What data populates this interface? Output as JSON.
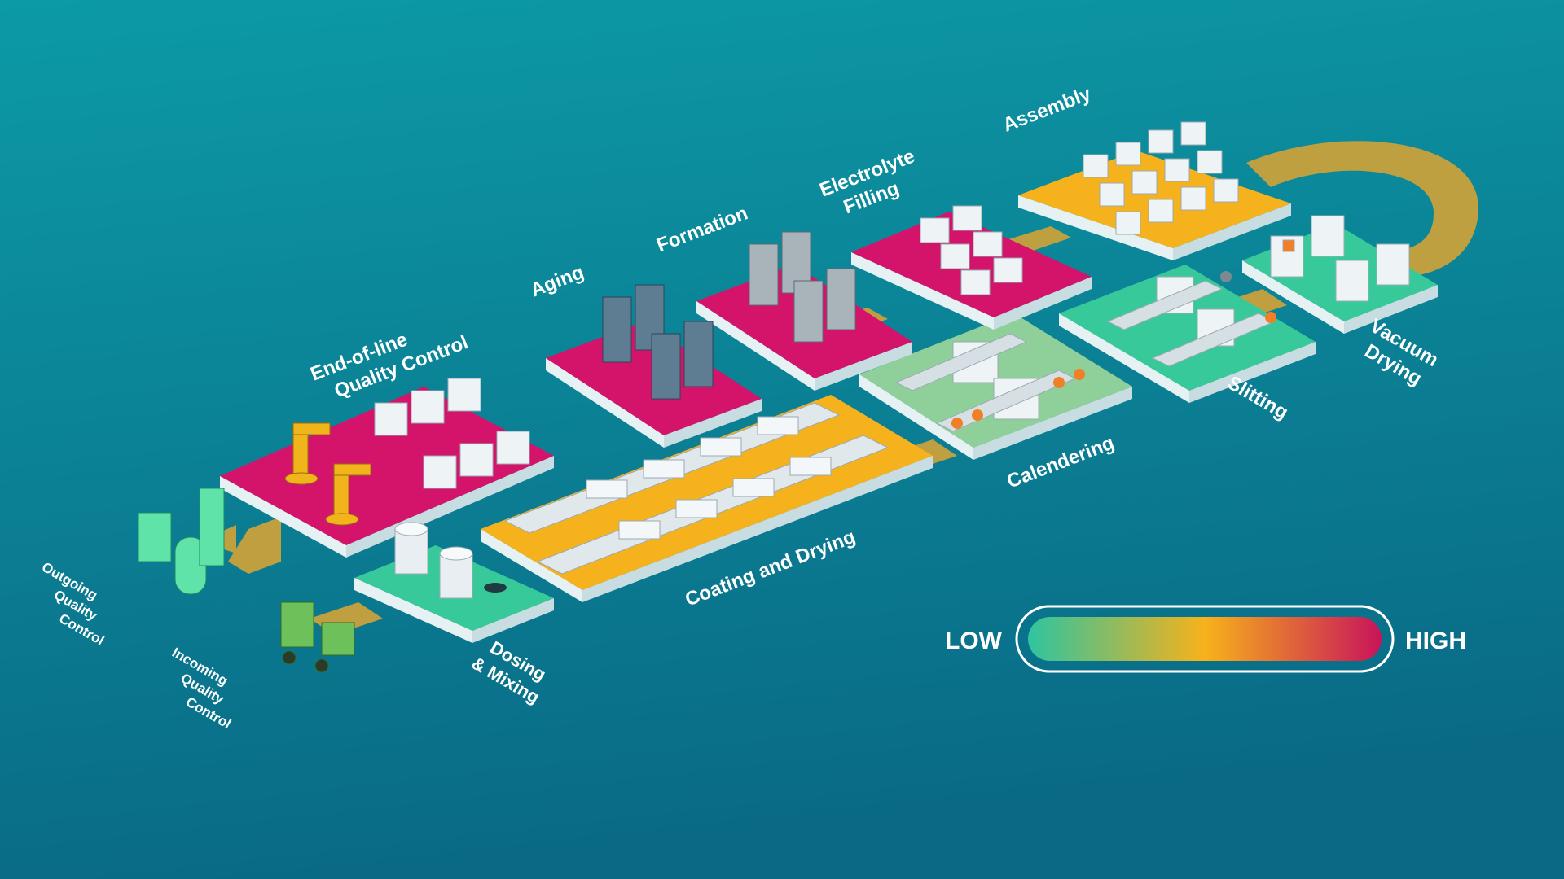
{
  "colors": {
    "background_top": "#0c97a4",
    "background_bottom": "#0a6c86",
    "low": "#2ec4a0",
    "mid": "#f7b21b",
    "high": "#c8145a",
    "green_light": "#8fd09a",
    "teal_light": "#3fcf9e",
    "yellow": "#f7b21b",
    "magenta": "#d3146a",
    "flow_arrow": "#c9a13c"
  },
  "stations": {
    "incoming": {
      "line1": "Incoming",
      "line2": "Quality",
      "line3": "Control",
      "level": "low"
    },
    "dosing": {
      "line1": "Dosing",
      "line2": "& Mixing",
      "level": "low"
    },
    "coating": {
      "line1": "Coating and Drying",
      "level": "mid"
    },
    "calendering": {
      "line1": "Calendering",
      "level": "low-mid"
    },
    "slitting": {
      "line1": "Slitting",
      "level": "low"
    },
    "vacuum": {
      "line1": "Vacuum",
      "line2": "Drying",
      "level": "low"
    },
    "assembly": {
      "line1": "Assembly",
      "level": "mid"
    },
    "electrolyte": {
      "line1": "Electrolyte",
      "line2": "Filling",
      "level": "high"
    },
    "formation": {
      "line1": "Formation",
      "level": "high"
    },
    "aging": {
      "line1": "Aging",
      "level": "high"
    },
    "eol": {
      "line1": "End-of-line",
      "line2": "Quality Control",
      "level": "high"
    },
    "outgoing": {
      "line1": "Outgoing",
      "line2": "Quality",
      "line3": "Control",
      "level": "low"
    }
  },
  "legend": {
    "low": "LOW",
    "high": "HIGH"
  }
}
